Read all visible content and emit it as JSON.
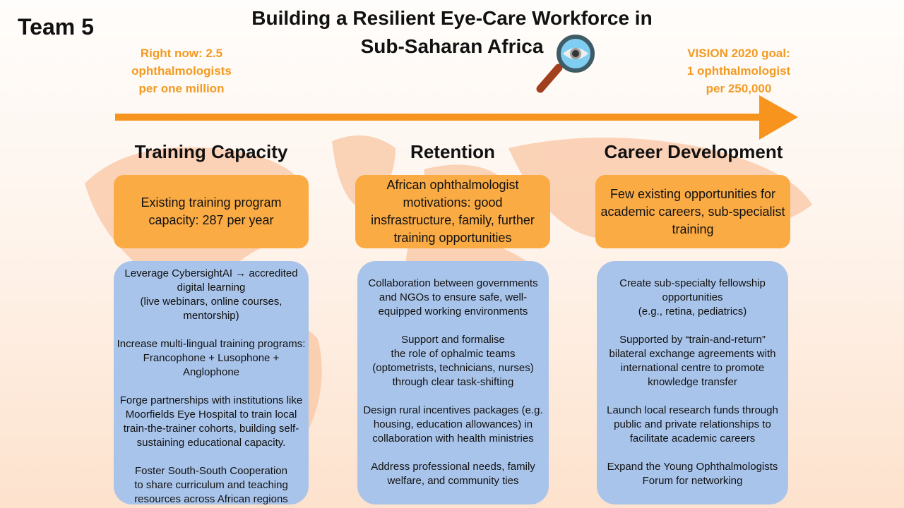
{
  "team": "Team 5",
  "title_line1": "Building a Resilient Eye-Care Workforce in",
  "title_line2": "Sub-Saharan Africa",
  "current": "Right now: 2.5\nophthalmologists\nper one million",
  "goal": "VISION 2020 goal:\n1 ophthalmologist\nper 250,000",
  "colors": {
    "accent_orange": "#f39a22",
    "box_orange": "#fbab44",
    "box_blue": "#a9c4ea"
  },
  "columns": [
    {
      "heading": "Training Capacity",
      "summary": "Existing training program capacity: 287 per year",
      "points": [
        "Leverage CybersightAI → accredited digital learning\n(live webinars, online courses, mentorship)",
        "Increase multi-lingual training programs: Francophone + Lusophone + Anglophone",
        "Forge partnerships with institutions like Moorfields Eye Hospital to train local train-the-trainer cohorts, building self-sustaining educational capacity.",
        "Foster South-South Cooperation\nto share curriculum and teaching resources across African regions"
      ]
    },
    {
      "heading": "Retention",
      "summary": "African ophthalmologist motivations: good insfrastructure, family, further training opportunities",
      "points": [
        "Collaboration between governments and NGOs to ensure safe, well-equipped working environments",
        "Support and formalise\nthe role of ophalmic teams (optometrists, technicians, nurses) through clear task-shifting",
        "Design rural incentives packages (e.g. housing, education allowances) in collaboration with health ministries",
        "Address professional needs, family welfare, and community ties"
      ]
    },
    {
      "heading": "Career Development",
      "summary": "Few existing opportunities for academic careers, sub-specialist training",
      "points": [
        "Create sub-specialty fellowship opportunities\n(e.g., retina, pediatrics)",
        "Supported by “train-and-return” bilateral exchange agreements with international centre to promote knowledge transfer",
        "Launch local research funds through public and private relationships to facilitate academic careers",
        "Expand the Young Ophthalmologists Forum for networking"
      ]
    }
  ]
}
